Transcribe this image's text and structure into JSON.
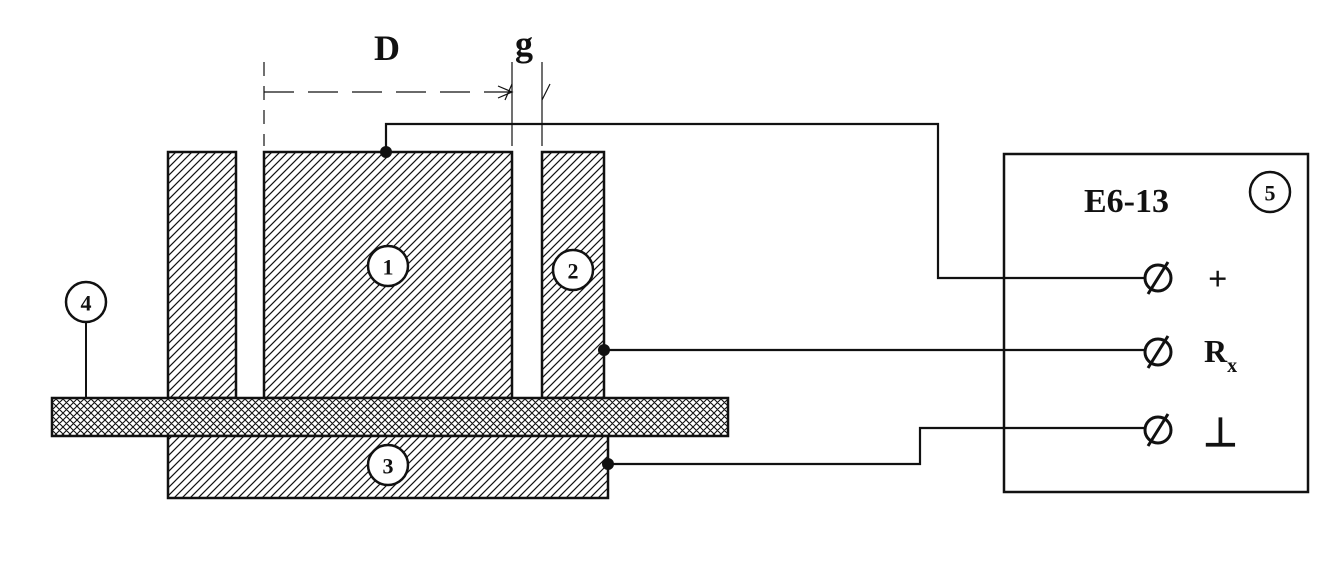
{
  "dimensions": {
    "diameter": "D",
    "gap": "g"
  },
  "parts": {
    "center_electrode": "1",
    "guard_ring": "2",
    "bottom_electrode": "3",
    "sample": "4",
    "instrument": "5"
  },
  "instrument": {
    "model": "E6-13",
    "terminals": {
      "plus": "+",
      "rx_main": "R",
      "rx_sub": "x",
      "ground": "⊥"
    }
  },
  "colors": {
    "ink": "#111111",
    "background": "#ffffff"
  }
}
